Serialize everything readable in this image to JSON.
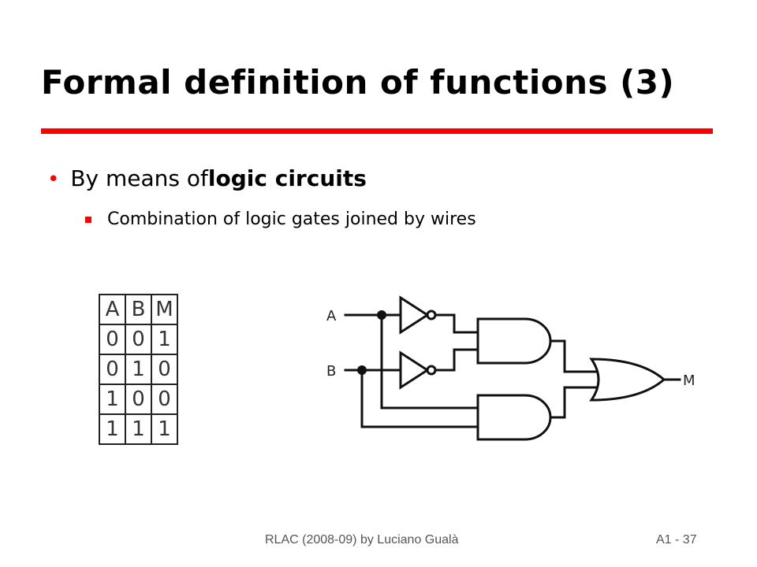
{
  "slide": {
    "title": "Formal definition of functions (3)",
    "bullet1_prefix": "By means of ",
    "bullet1_bold": "logic circuits",
    "bullet2": "Combination of logic gates joined by wires"
  },
  "truth_table": {
    "header": [
      "A",
      "B",
      "M"
    ],
    "rows": [
      [
        "0",
        "0",
        "1"
      ],
      [
        "0",
        "1",
        "0"
      ],
      [
        "1",
        "0",
        "0"
      ],
      [
        "1",
        "1",
        "1"
      ]
    ]
  },
  "circuit": {
    "input_a": "A",
    "input_b": "B",
    "output": "M",
    "gates": [
      "not-gate",
      "not-gate",
      "and-gate",
      "and-gate",
      "or-gate"
    ]
  },
  "footer": {
    "credit": "RLAC (2008-09) by Luciano Gualà",
    "page": "A1 - 37"
  },
  "colors": {
    "accent": "#ff0000"
  }
}
